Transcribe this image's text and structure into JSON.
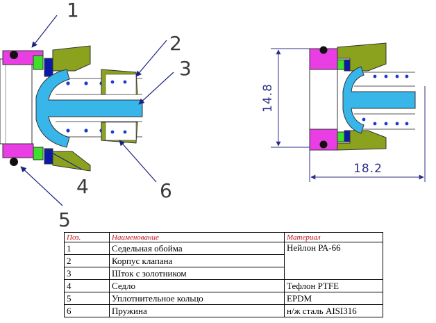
{
  "callouts": {
    "n1": "1",
    "n2": "2",
    "n3": "3",
    "n4": "4",
    "n5": "5",
    "n6": "6"
  },
  "dimensions": {
    "height": "14.8",
    "width": "18.2"
  },
  "colors": {
    "seat_holder": "#e83ee3",
    "valve_body": "#8aa21e",
    "stem": "#38b6ea",
    "seat": "#0b1aa8",
    "green_part": "#3fe02a",
    "spring_dot": "#1a3ad1",
    "dimension": "#2d2d8a"
  },
  "table": {
    "headers": {
      "pos": "Поз.",
      "name": "Наименование",
      "material": "Материал"
    },
    "rows": [
      {
        "pos": "1",
        "name": "Седельная обойма",
        "material": "Нейлон РА-66"
      },
      {
        "pos": "2",
        "name": "Корпус клапана",
        "material": ""
      },
      {
        "pos": "3",
        "name": "Шток с золотником",
        "material": ""
      },
      {
        "pos": "4",
        "name": "Седло",
        "material": "Тефлон PTFE"
      },
      {
        "pos": "5",
        "name": "Уплотнительное кольцо",
        "material": "EPDM"
      },
      {
        "pos": "6",
        "name": "Пружина",
        "material": "н/ж сталь AISI316"
      }
    ]
  }
}
